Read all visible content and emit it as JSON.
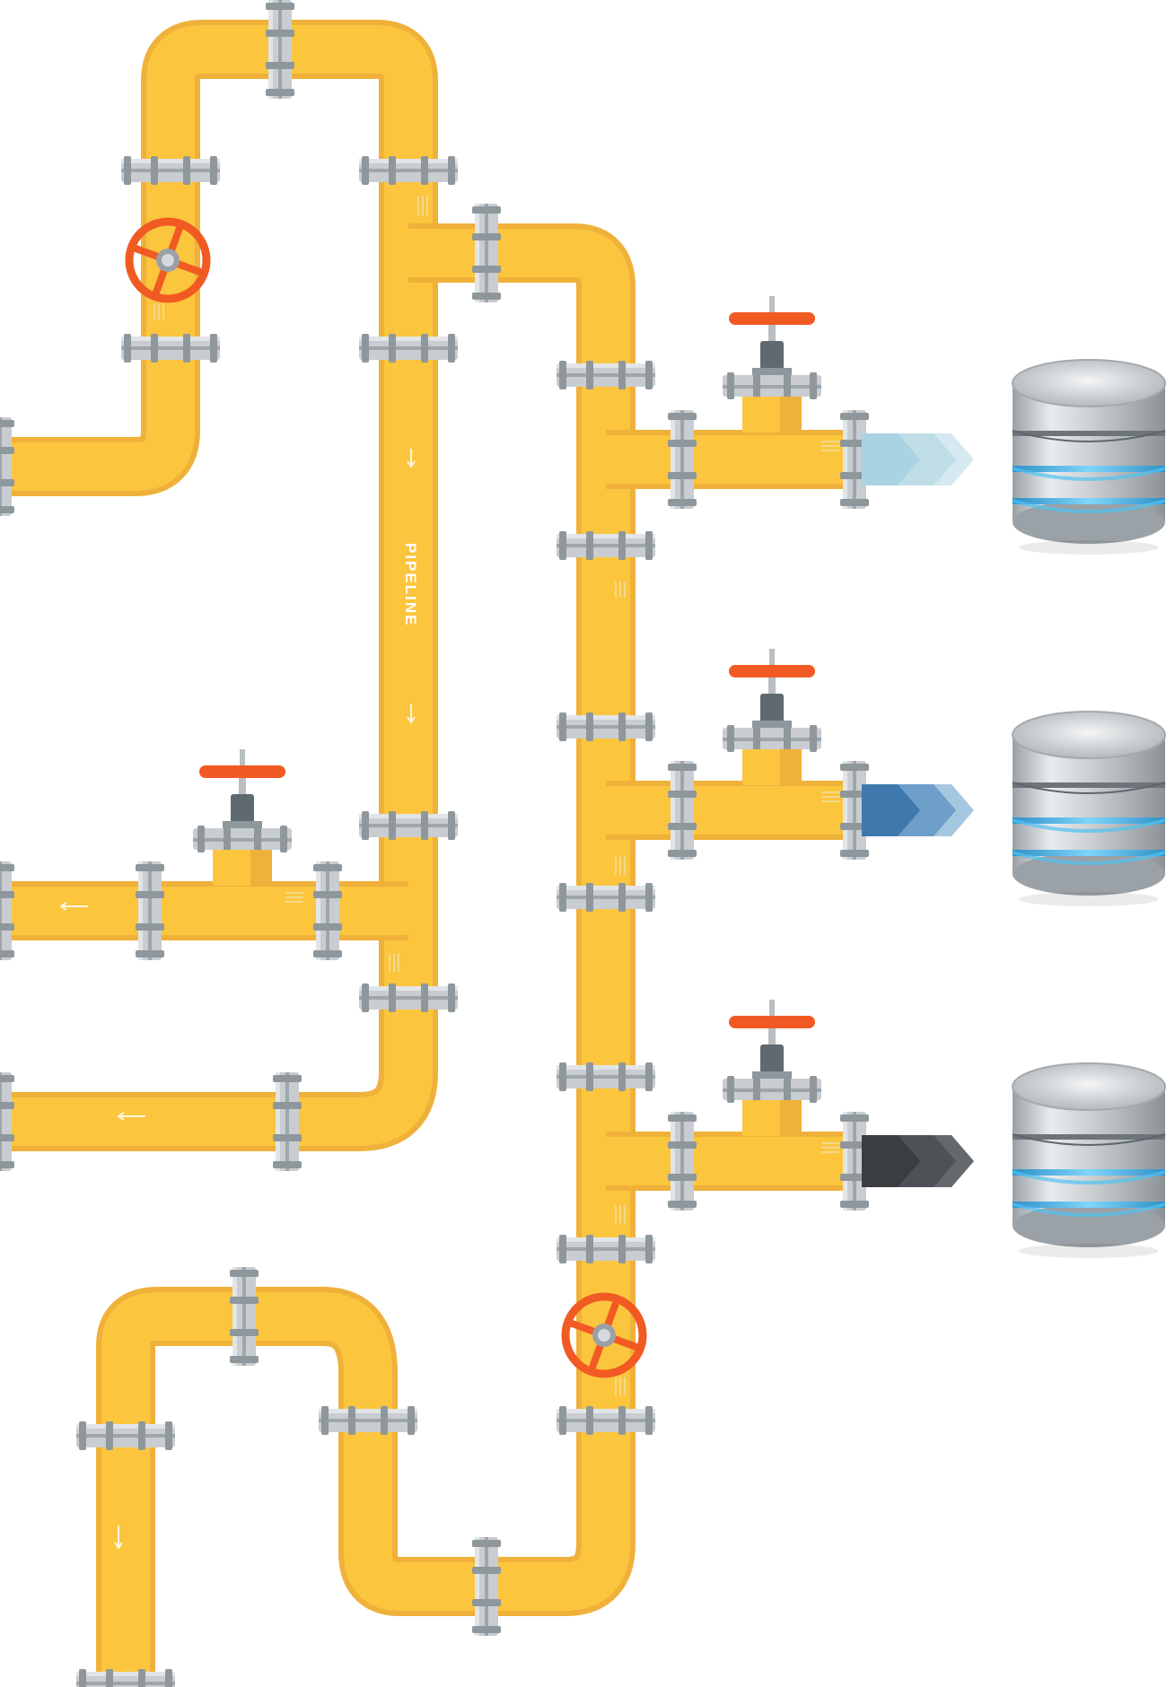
{
  "diagram": {
    "pipeline_label": "PIPELINE",
    "colors": {
      "pipe": "#FBC53E",
      "pipe_shade": "#EFB13A",
      "flange": "#C9CDD1",
      "bolt": "#8E979C",
      "valve_wheel": "#F15A22",
      "valve_stem": "#5F6A70",
      "flow_light": "#BFDDE7",
      "flow_blue": "#4F86B8",
      "flow_dark": "#3E4247",
      "db_silver": "#C8CCCF",
      "db_glow": "#55C1F0"
    },
    "icons": [
      "pipe-flange-icon",
      "gate-valve-icon",
      "handwheel-valve-icon",
      "flow-arrow-icon",
      "database-icon"
    ],
    "outlets": [
      {
        "name": "outlet-light",
        "flow": "light"
      },
      {
        "name": "outlet-blue",
        "flow": "blue"
      },
      {
        "name": "outlet-dark",
        "flow": "dark"
      }
    ]
  }
}
